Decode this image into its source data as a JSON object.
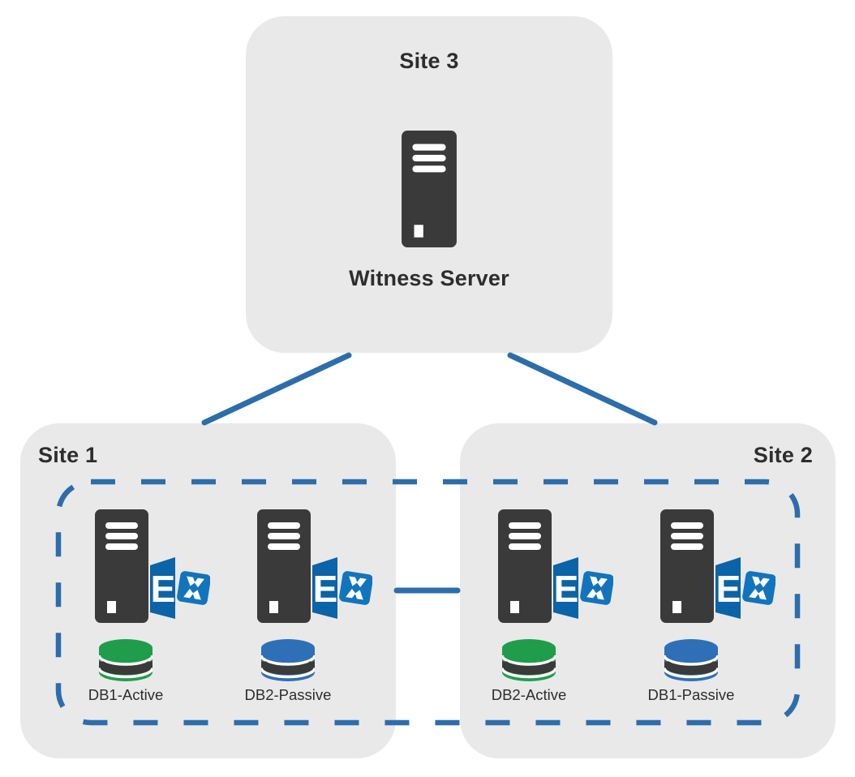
{
  "colors": {
    "background": "#ffffff",
    "site_box": "#e9e9e9",
    "charcoal": "#3a3a3a",
    "line_blue": "#2d6dab",
    "exchange_pane": "#0b63a8",
    "exchange_square": "#1274bc",
    "db_green": "#1f9d4a",
    "db_blue": "#2e6fb7",
    "text_color": "#2d2d2d"
  },
  "icons": {
    "exchange_letter": "E",
    "server_tower": "server-tower-icon",
    "database": "database-cylinder-icon",
    "exchange_logo": "exchange-logo-icon"
  },
  "sites": {
    "site3": {
      "label": "Site 3",
      "server_label": "Witness Server"
    },
    "site1": {
      "label": "Site 1",
      "servers": [
        {
          "db_label": "DB1-Active",
          "db_status": "active",
          "db_color": "#1f9d4a"
        },
        {
          "db_label": "DB2-Passive",
          "db_status": "passive",
          "db_color": "#2e6fb7"
        }
      ]
    },
    "site2": {
      "label": "Site 2",
      "servers": [
        {
          "db_label": "DB2-Active",
          "db_status": "active",
          "db_color": "#1f9d4a"
        },
        {
          "db_label": "DB1-Passive",
          "db_status": "passive",
          "db_color": "#2e6fb7"
        }
      ]
    }
  }
}
